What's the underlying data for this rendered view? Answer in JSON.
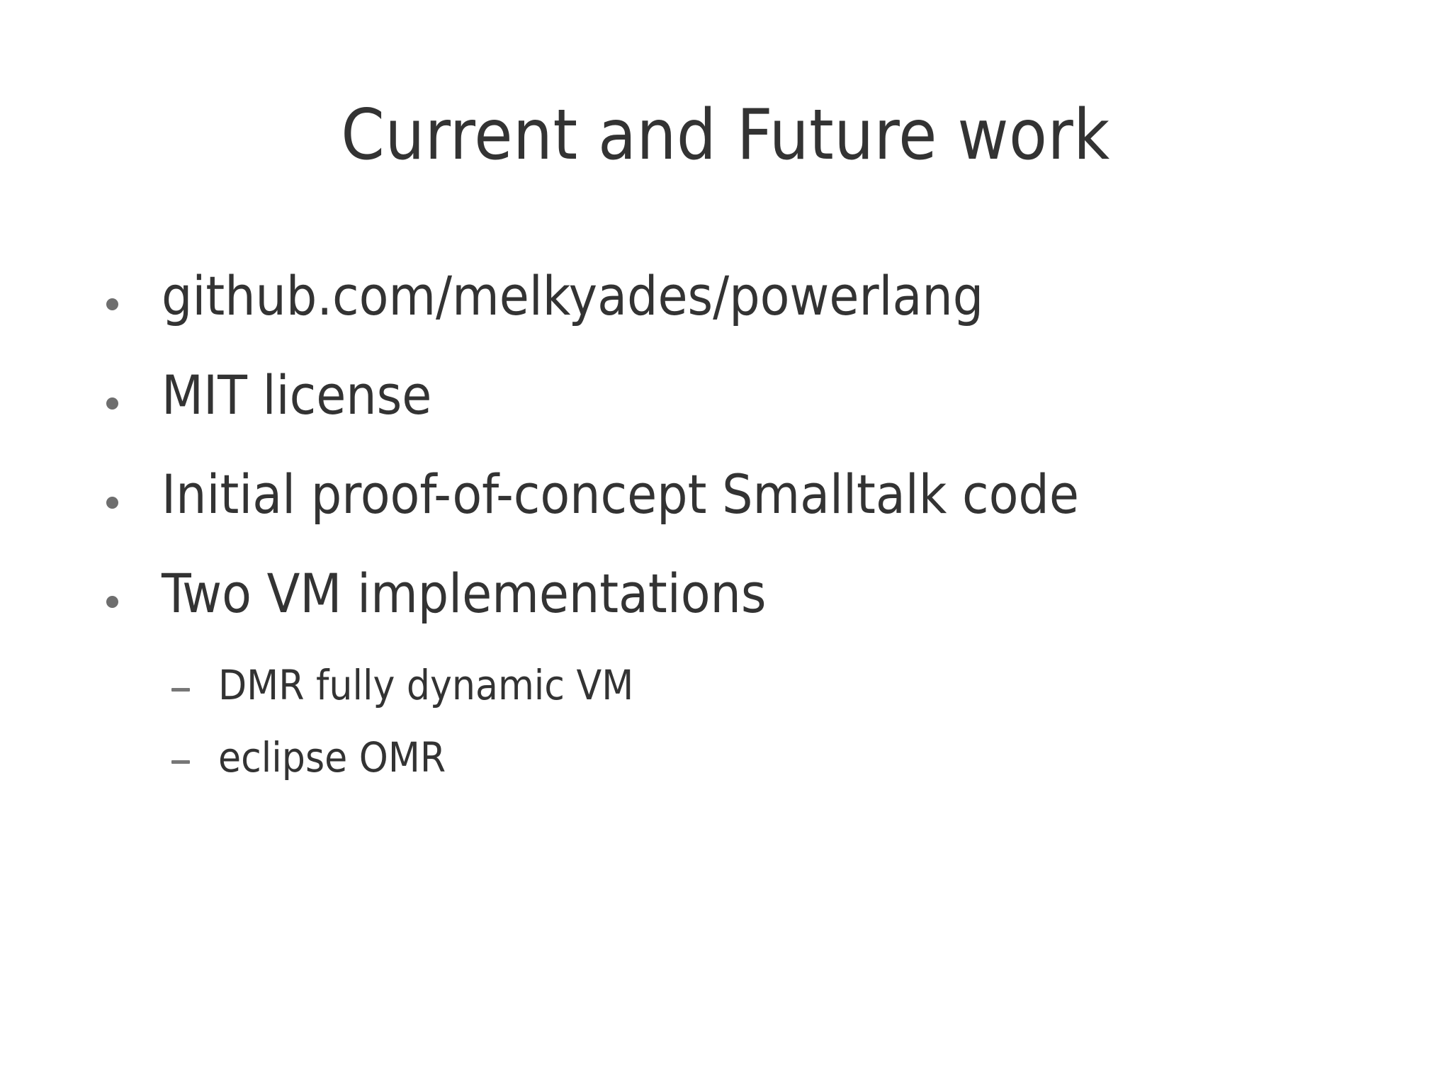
{
  "slide": {
    "background_color": "#ffffff",
    "text_color": "#333333",
    "marker_color": "#6e6e6e",
    "title": "Current and Future work",
    "bullets": [
      {
        "level": 1,
        "marker": "dot-bullet-icon",
        "text": "github.com/melkyades/powerlang"
      },
      {
        "level": 1,
        "marker": "dot-bullet-icon",
        "text": "MIT license"
      },
      {
        "level": 1,
        "marker": "dot-bullet-icon",
        "text": "Initial proof-of-concept Smalltalk code"
      },
      {
        "level": 1,
        "marker": "dot-bullet-icon",
        "text": "Two VM implementations"
      },
      {
        "level": 2,
        "marker": "dash-bullet-icon",
        "text": "DMR fully dynamic VM"
      },
      {
        "level": 2,
        "marker": "dash-bullet-icon",
        "text": "eclipse OMR"
      }
    ]
  }
}
